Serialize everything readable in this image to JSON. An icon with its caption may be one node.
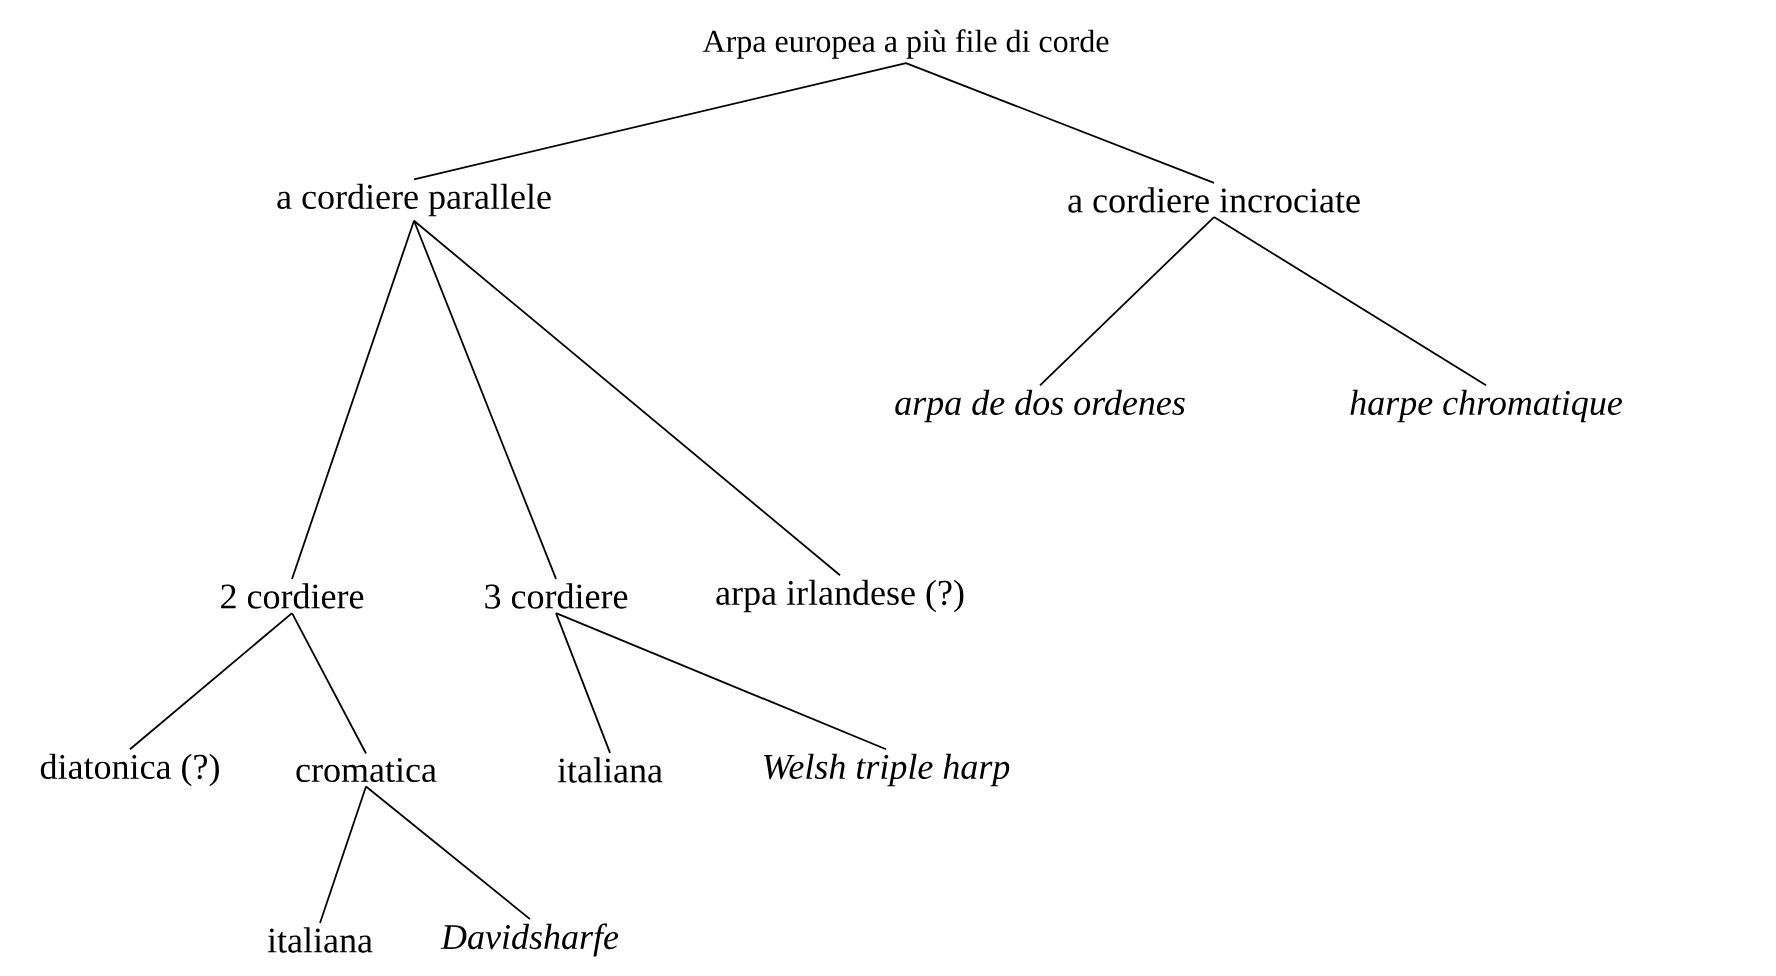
{
  "diagram": {
    "nodes": [
      {
        "text": [
          "Arpa europea a più file di corde"
        ]
      },
      {
        "text": [
          "a cordiere parallele"
        ]
      },
      {
        "text": [
          "a cordiere incrociate"
        ]
      },
      {
        "text": [
          "arpa de dos ordenes"
        ]
      },
      {
        "text": [
          "harpe chromatique"
        ]
      },
      {
        "text": [
          "2 cordiere"
        ]
      },
      {
        "text": [
          "3 cordiere"
        ]
      },
      {
        "text": [
          "arpa irlandese (?)"
        ]
      },
      {
        "text": [
          "diatonica (?)"
        ]
      },
      {
        "text": [
          "cromatica"
        ]
      },
      {
        "text": [
          "italiana"
        ]
      },
      {
        "text": [
          "Welsh triple harp"
        ]
      },
      {
        "text": [
          "italiana"
        ]
      },
      {
        "text": [
          "Davidsharfe"
        ]
      }
    ],
    "edges": [
      {
        "from": 0,
        "to": 1,
        "arrow": "none"
      },
      {
        "from": 0,
        "to": 2,
        "arrow": "none"
      },
      {
        "from": 1,
        "to": 5,
        "arrow": "none"
      },
      {
        "from": 1,
        "to": 6,
        "arrow": "none"
      },
      {
        "from": 1,
        "to": 7,
        "arrow": "none"
      },
      {
        "from": 2,
        "to": 3,
        "arrow": "none"
      },
      {
        "from": 2,
        "to": 4,
        "arrow": "none"
      },
      {
        "from": 5,
        "to": 8,
        "arrow": "none"
      },
      {
        "from": 5,
        "to": 9,
        "arrow": "none"
      },
      {
        "from": 6,
        "to": 10,
        "arrow": "none"
      },
      {
        "from": 6,
        "to": 11,
        "arrow": "none"
      },
      {
        "from": 9,
        "to": 12,
        "arrow": "none"
      },
      {
        "from": 9,
        "to": 13,
        "arrow": "none"
      }
    ]
  }
}
